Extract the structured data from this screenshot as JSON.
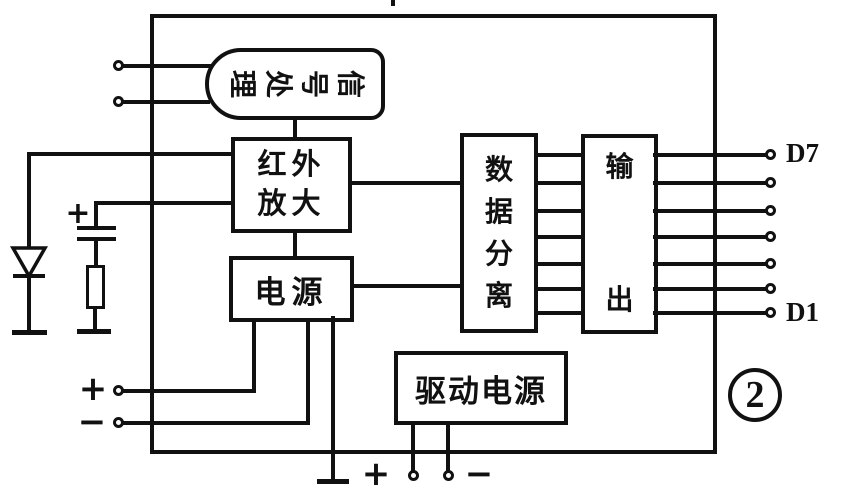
{
  "figure": {
    "number": "2",
    "ink_color": "#111111",
    "background_color": "#ffffff"
  },
  "blocks": {
    "signal_processing": {
      "label": "信号处理",
      "display_chars": [
        "理",
        "处",
        "号",
        "信"
      ]
    },
    "ir_amplifier": {
      "label": "红外放大",
      "lines": [
        "红外",
        "放大"
      ]
    },
    "power": {
      "label": "电源"
    },
    "data_separation": {
      "label": "数据分离",
      "chars": [
        "数",
        "据",
        "分",
        "离"
      ]
    },
    "output": {
      "label": "输出",
      "chars": [
        "输",
        "出"
      ]
    },
    "drive_power": {
      "label": "驱动电源"
    }
  },
  "terminals": {
    "d7_label": "D7",
    "d1_label": "D1",
    "supply_plus": "+",
    "supply_minus": "−",
    "drive_plus": "+",
    "drive_minus": "−",
    "capacitor_plus": "+"
  }
}
